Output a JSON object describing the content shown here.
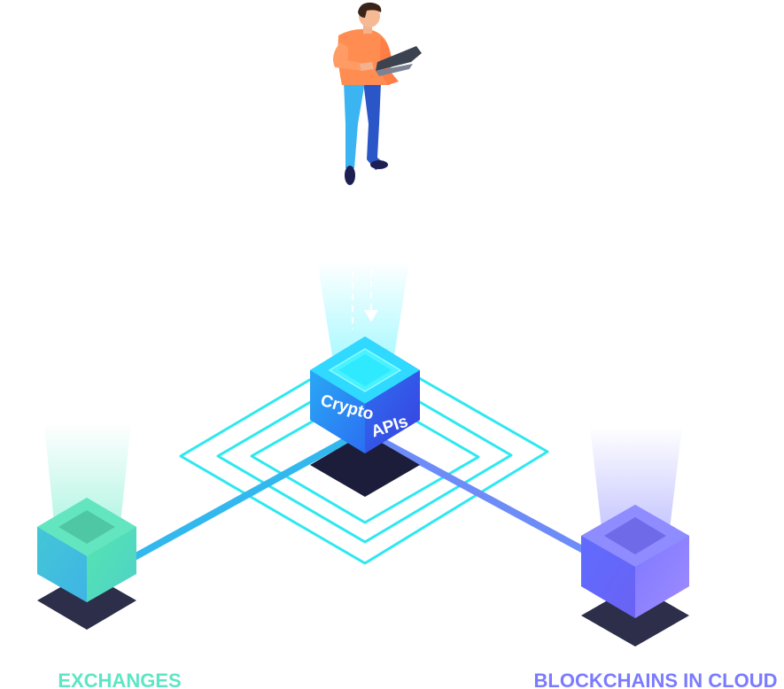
{
  "diagram": {
    "center_node": {
      "label_left": "Crypto",
      "label_right": "APIs"
    },
    "left_node": {
      "label": "EXCHANGES"
    },
    "right_node": {
      "label": "BLOCKCHAINS IN CLOUD"
    },
    "figure": {
      "icon": "person-with-laptop-icon"
    }
  },
  "colors": {
    "exchanges": "#5EE6C4",
    "blockchains": "#7B7BFF",
    "center_cube_top": "#2FE9FF",
    "center_cube_side": "#2B6BF3",
    "rings": "#2EE8F0",
    "connector_left": "#32B8EE",
    "connector_right": "#6D8CF7",
    "base": "#1B1D3A"
  }
}
